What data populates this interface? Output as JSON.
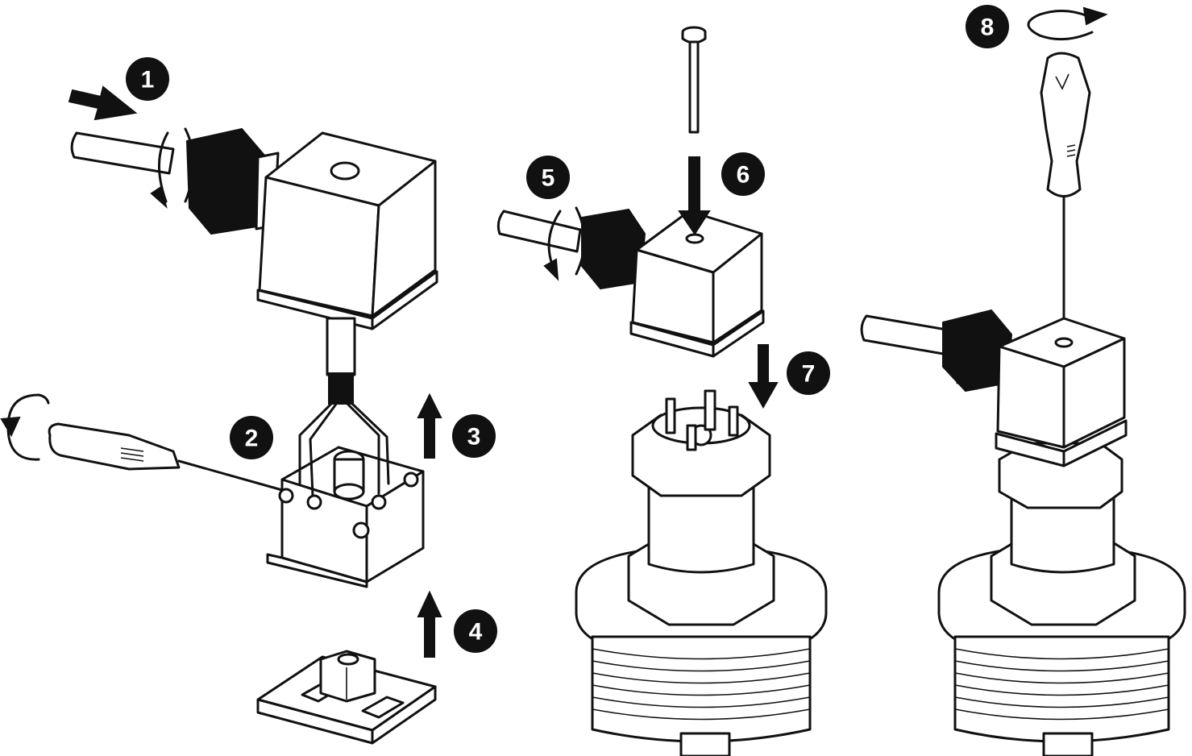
{
  "steps": [
    {
      "label": "1"
    },
    {
      "label": "2"
    },
    {
      "label": "3"
    },
    {
      "label": "4"
    },
    {
      "label": "5"
    },
    {
      "label": "6"
    },
    {
      "label": "7"
    },
    {
      "label": "8"
    }
  ],
  "colors": {
    "ink": "#111111",
    "paper": "#ffffff",
    "shade": "#e9e9e9"
  }
}
